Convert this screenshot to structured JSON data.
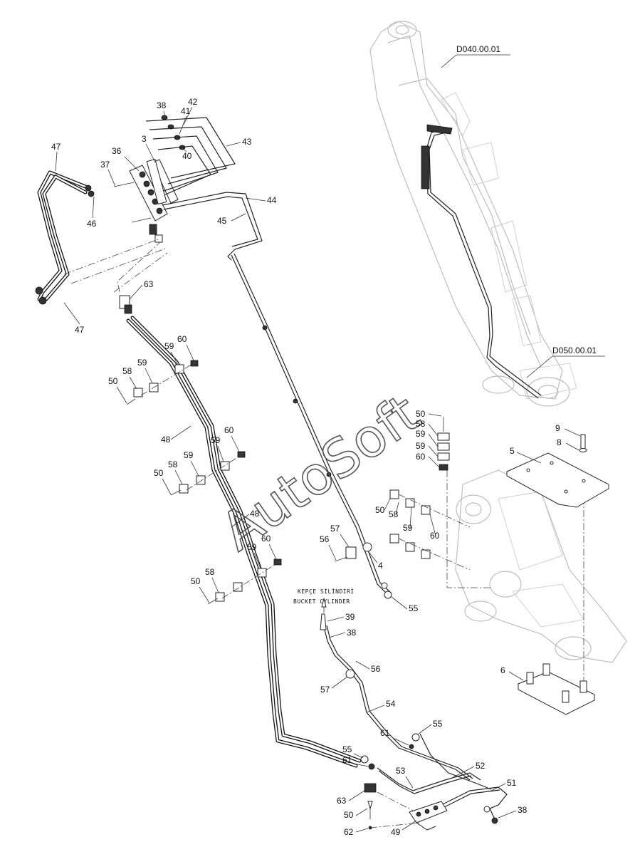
{
  "references": {
    "boom_ref": "D040.00.01",
    "arm_ref": "D050.00.01"
  },
  "note": {
    "line1": "KEPÇE SİLİNDİRİ",
    "line2": "BUCKET CYLINDER"
  },
  "watermark": "AutoSoft",
  "callouts": [
    "38",
    "42",
    "41",
    "43",
    "3",
    "40",
    "36",
    "37",
    "47",
    "46",
    "44",
    "45",
    "63",
    "47",
    "60",
    "59",
    "58",
    "50",
    "59",
    "48",
    "60",
    "59",
    "58",
    "50",
    "48",
    "59",
    "57",
    "56",
    "4",
    "60",
    "59",
    "58",
    "50",
    "55",
    "39",
    "38",
    "56",
    "57",
    "54",
    "55",
    "61",
    "55",
    "61",
    "53",
    "52",
    "51",
    "38",
    "63",
    "50",
    "62",
    "49",
    "50",
    "58",
    "59",
    "59",
    "60",
    "9",
    "8",
    "5",
    "50",
    "58",
    "59",
    "60",
    "6"
  ],
  "colors": {
    "line": "#222222",
    "ghost": "#bdbdbd",
    "background": "#ffffff"
  }
}
